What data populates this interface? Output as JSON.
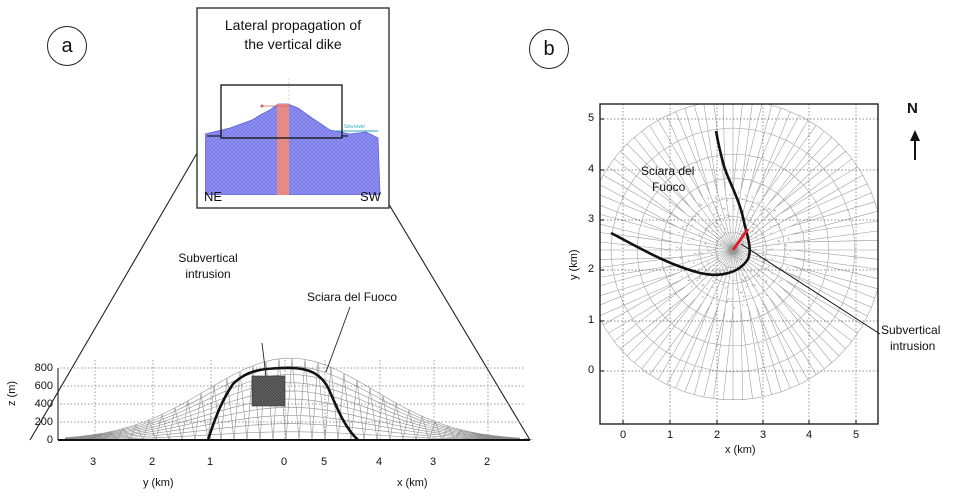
{
  "panel_a": {
    "letter": "a",
    "inset_title_line1": "Lateral propagation of",
    "inset_title_line2": "the vertical dike",
    "inset_ne": "NE",
    "inset_sw": "SW",
    "inset_sea_level": "Sea level",
    "subvertical_line1": "Subvertical",
    "subvertical_line2": "intrusion",
    "sciara": "Sciara del Fuoco",
    "z_axis_label": "z (m)",
    "z_ticks": [
      "800",
      "600",
      "400",
      "200",
      "0"
    ],
    "y_axis_label": "y (km)",
    "y_ticks": [
      "3",
      "2",
      "1",
      "0"
    ],
    "x_axis_label": "x (km)",
    "x_ticks": [
      "5",
      "4",
      "3",
      "2"
    ]
  },
  "panel_b": {
    "letter": "b",
    "north": "N",
    "sciara_line1": "Sciara del",
    "sciara_line2": "Fuoco",
    "subvertical_line1": "Subvertical",
    "subvertical_line2": "intrusion",
    "x_axis_label": "x (km)",
    "y_axis_label": "y (km)",
    "x_ticks": [
      "0",
      "1",
      "2",
      "3",
      "4",
      "5"
    ],
    "y_ticks": [
      "5",
      "4",
      "3",
      "2",
      "1",
      "0"
    ]
  },
  "colors": {
    "mesh": "#9a9a9a",
    "inset_mesh": "#7b7fe8",
    "dike": "#f08b7a",
    "intrusion_red": "#e0202a",
    "sea_level": "#2aa7c6"
  }
}
